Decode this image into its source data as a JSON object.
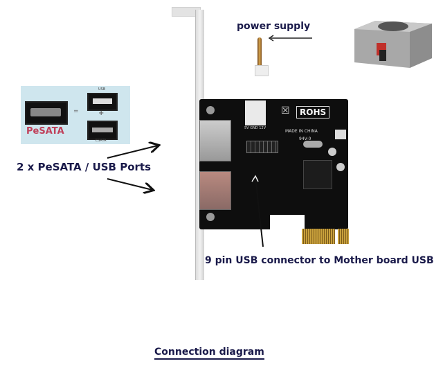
{
  "diagram": {
    "title": "Connection diagram",
    "labels": {
      "power_supply": "power supply",
      "ports": "2 x PeSATA / USB Ports",
      "usb_connector": "9 pin USB connector to Mother board USB"
    },
    "inset": {
      "pesata": "PeSATA",
      "usb": "USB",
      "esata": "ESATA",
      "equals": "=",
      "plus": "+"
    },
    "board": {
      "rohs": "ROHS",
      "made_in": "MADE IN CHINA",
      "rating": "94V-0",
      "power_pins": "5V GND 12V"
    },
    "colors": {
      "label_text": "#1a1a4a",
      "pcb": "#0e0e0e",
      "inset_bg": "#cfe6ee",
      "pesata_text": "#c0405a"
    }
  }
}
